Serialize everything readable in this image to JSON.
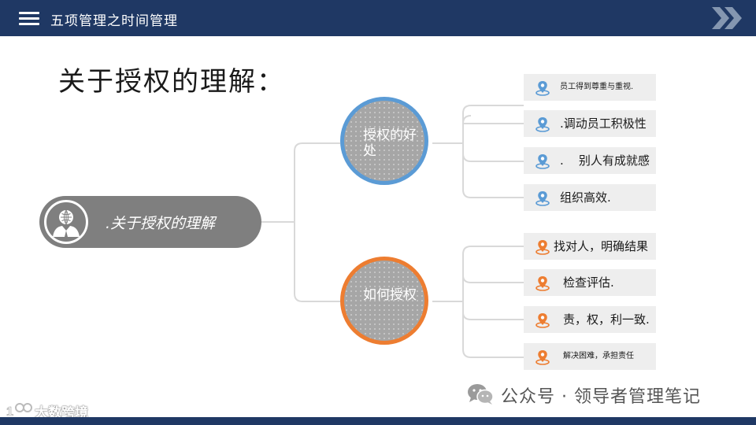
{
  "header": {
    "title": "五项管理之时间管理",
    "menu_icon": "hamburger-menu-icon",
    "nav_icon": "double-chevron-right-icon"
  },
  "slide": {
    "title": "关于授权的理解："
  },
  "center": {
    "label": ".关于授权的理解",
    "icon": "user-globe-icon"
  },
  "branches": [
    {
      "label": "授权的好处",
      "color": "#5b9bd5",
      "items": [
        {
          "text": "员工得到尊重与重视."
        },
        {
          "text": ".调动员工积极性"
        },
        {
          "text": ".    别人有成就感"
        },
        {
          "text": "组织高效."
        }
      ]
    },
    {
      "label": "如何授权",
      "color": "#ed7d31",
      "items": [
        {
          "text": "找对人，明确结果"
        },
        {
          "text": "检查评估."
        },
        {
          "text": "责，权，利一致."
        },
        {
          "text": "解决困难，承担责任"
        }
      ]
    }
  ],
  "colors": {
    "header": "#1f3864",
    "blue": "#5b9bd5",
    "orange": "#ed7d31",
    "gray": "#7f7f7f"
  },
  "watermark": {
    "text": "公众号 · 领导者管理笔记",
    "icon": "wechat-icon"
  },
  "logo": {
    "text": "大数跨境"
  }
}
